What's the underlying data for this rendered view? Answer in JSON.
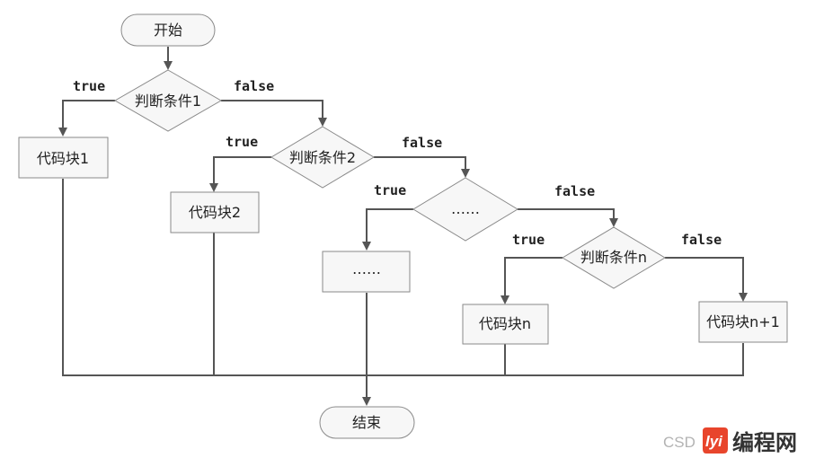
{
  "nodes": {
    "start": "开始",
    "cond1": "判断条件1",
    "cond2": "判断条件2",
    "cond_ellipsis": "……",
    "condn": "判断条件n",
    "block1": "代码块1",
    "block2": "代码块2",
    "block_ellipsis": "……",
    "blockn": "代码块n",
    "blockn1": "代码块n+1",
    "end": "结束"
  },
  "edge_labels": {
    "true": "true",
    "false": "false"
  },
  "watermark": {
    "csdn": "CSD",
    "logo": "lyi",
    "site": "编程网",
    "logo_color": "#e8452c"
  }
}
